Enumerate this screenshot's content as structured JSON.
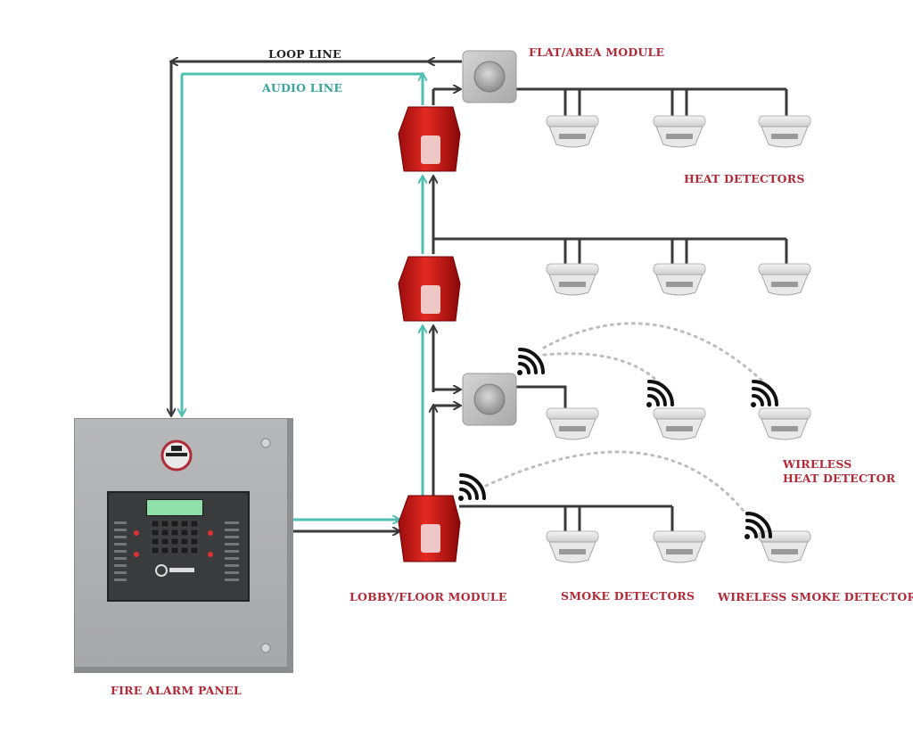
{
  "labels": {
    "loop_line": "LOOP LINE",
    "audio_line": "AUDIO LINE",
    "flat_area_module": "FLAT/AREA MODULE",
    "heat_detectors": "HEAT DETECTORS",
    "wireless_heat_detector_line1": "WIRELESS",
    "wireless_heat_detector_line2": "HEAT DETECTOR",
    "lobby_floor_module": "LOBBY/FLOOR MODULE",
    "smoke_detectors": "SMOKE DETECTORS",
    "wireless_smoke_detector": "WIRELESS SMOKE DETECTOR",
    "fire_alarm_panel": "FIRE ALARM PANEL"
  },
  "colors": {
    "loop_line": "#3a3a3a",
    "audio_line": "#4fbfb2",
    "label_red": "#b02a37",
    "sounder_red": "#d11a1a",
    "wireless_link": "#bdbdbd"
  },
  "icons": {
    "module": "module-button-icon",
    "sounder": "sounder-strobe-icon",
    "detector": "detector-icon",
    "wireless": "wireless-signal-icon"
  }
}
